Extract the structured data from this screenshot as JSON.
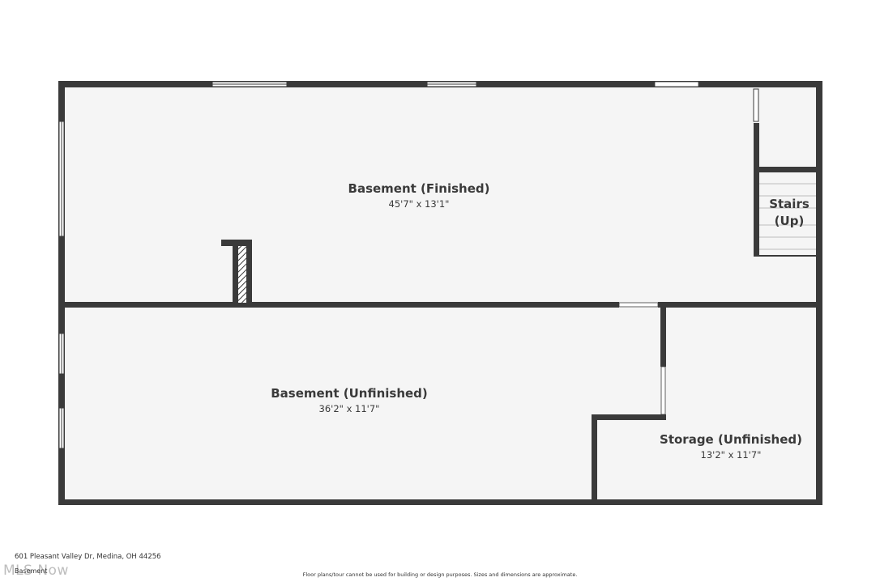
{
  "rooms": {
    "finished": {
      "name": "Basement (Finished)",
      "dims": "45'7\" x 13'1\""
    },
    "unfinished": {
      "name": "Basement (Unfinished)",
      "dims": "36'2\" x 11'7\""
    },
    "storage": {
      "name": "Storage (Unfinished)",
      "dims": "13'2\" x 11'7\""
    },
    "stairs": {
      "line1": "Stairs",
      "line2": "(Up)"
    }
  },
  "footer": {
    "address": "601 Pleasant Valley Dr, Medina, OH 44256",
    "floor_label": "Basement",
    "watermark": "MLS Now",
    "disclaimer": "Floor plans/tour cannot be used for building or design purposes. Sizes and dimensions are approximate."
  },
  "colors": {
    "wall": "#3a3a3a",
    "floor": "#f5f5f5",
    "background": "#ffffff"
  }
}
